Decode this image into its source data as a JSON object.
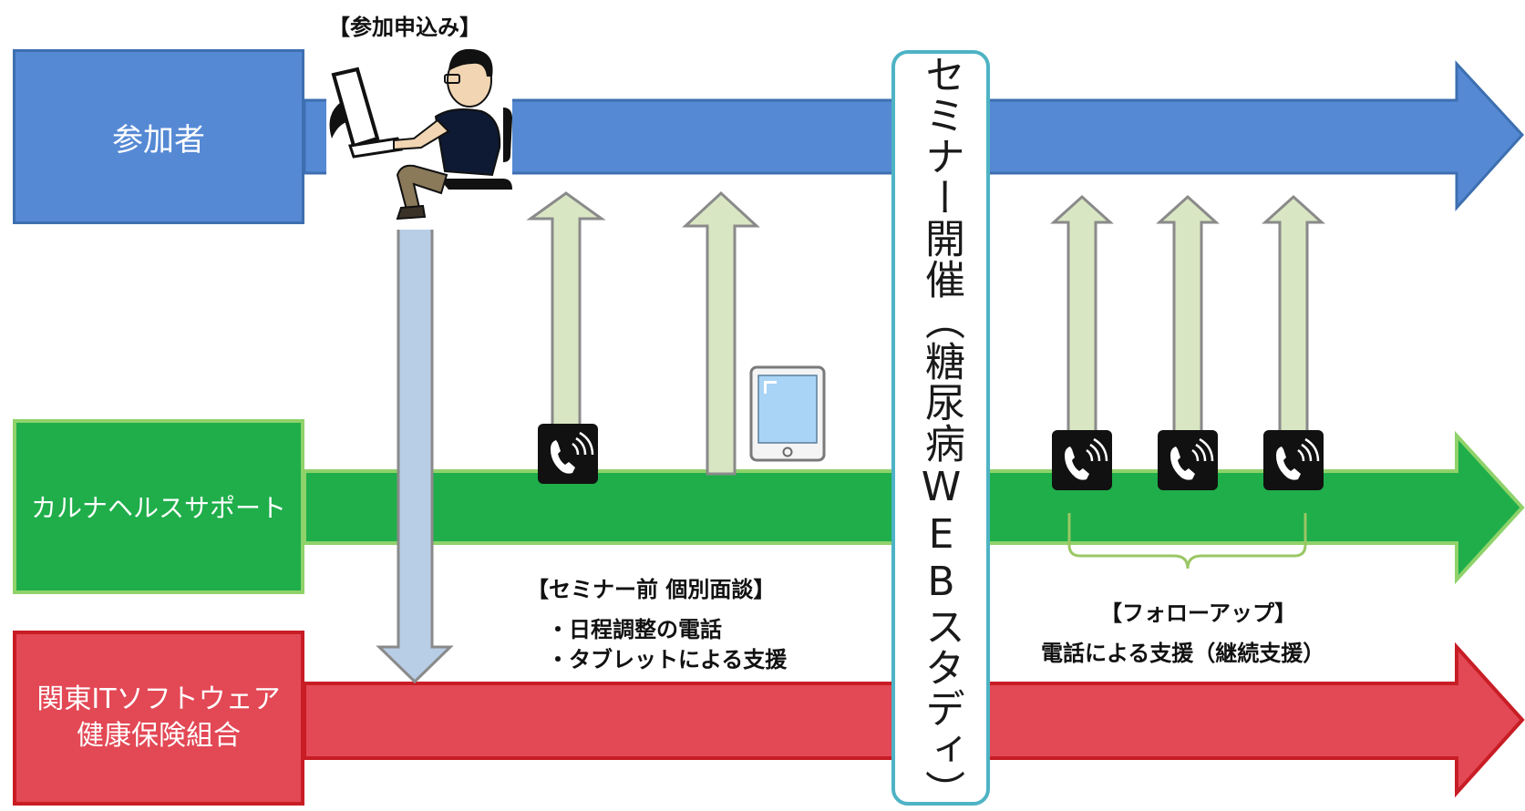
{
  "lanes": {
    "participant": "参加者",
    "support": "カルナヘルスサポート",
    "union_line1": "関東ITソフトウェア",
    "union_line2": "健康保険組合"
  },
  "seminar": "セミナー開催（糖尿病WEBスタディ）",
  "labels": {
    "apply": "【参加申込み】",
    "pre_title": "【セミナー前 個別面談】",
    "pre_item1": "・日程調整の電話",
    "pre_item2": "・タブレットによる支援",
    "follow_title": "【フォローアップ】",
    "follow_sub": "電話による支援（継続支援）"
  },
  "icons": {
    "person": "person-at-computer-icon",
    "phone": "phone-icon",
    "tablet": "tablet-icon"
  },
  "colors": {
    "blue": "#5589d4",
    "green": "#1fae4a",
    "red": "#e34855",
    "light_green_arrow": "#d9e6c3",
    "light_blue_arrow": "#b8cde6",
    "seminar_border": "#4eb3c4"
  }
}
